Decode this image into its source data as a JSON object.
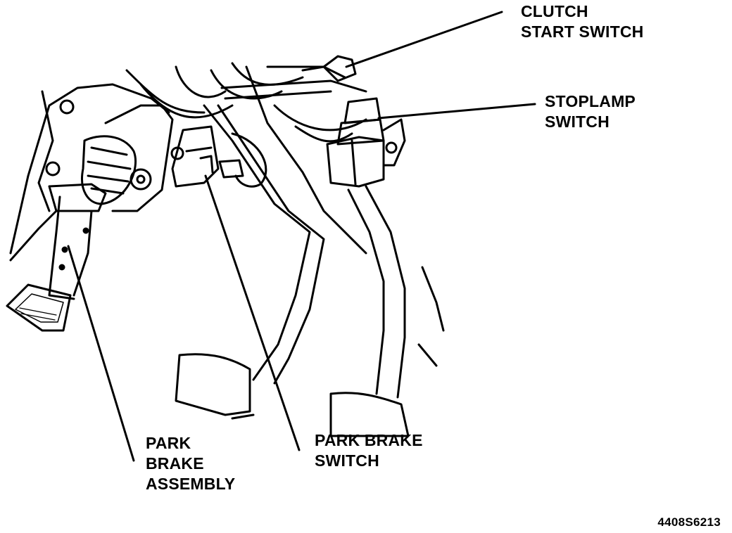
{
  "labels": {
    "clutch_start_switch": [
      "CLUTCH",
      "START SWITCH"
    ],
    "stoplamp_switch": [
      "STOPLAMP",
      "SWITCH"
    ],
    "park_brake_assembly": [
      "PARK",
      "BRAKE",
      "ASSEMBLY"
    ],
    "park_brake_switch": [
      "PARK BRAKE",
      "SWITCH"
    ]
  },
  "figure_code": "4408S6213",
  "colors": {
    "ink": "#000000",
    "paper": "#ffffff"
  }
}
